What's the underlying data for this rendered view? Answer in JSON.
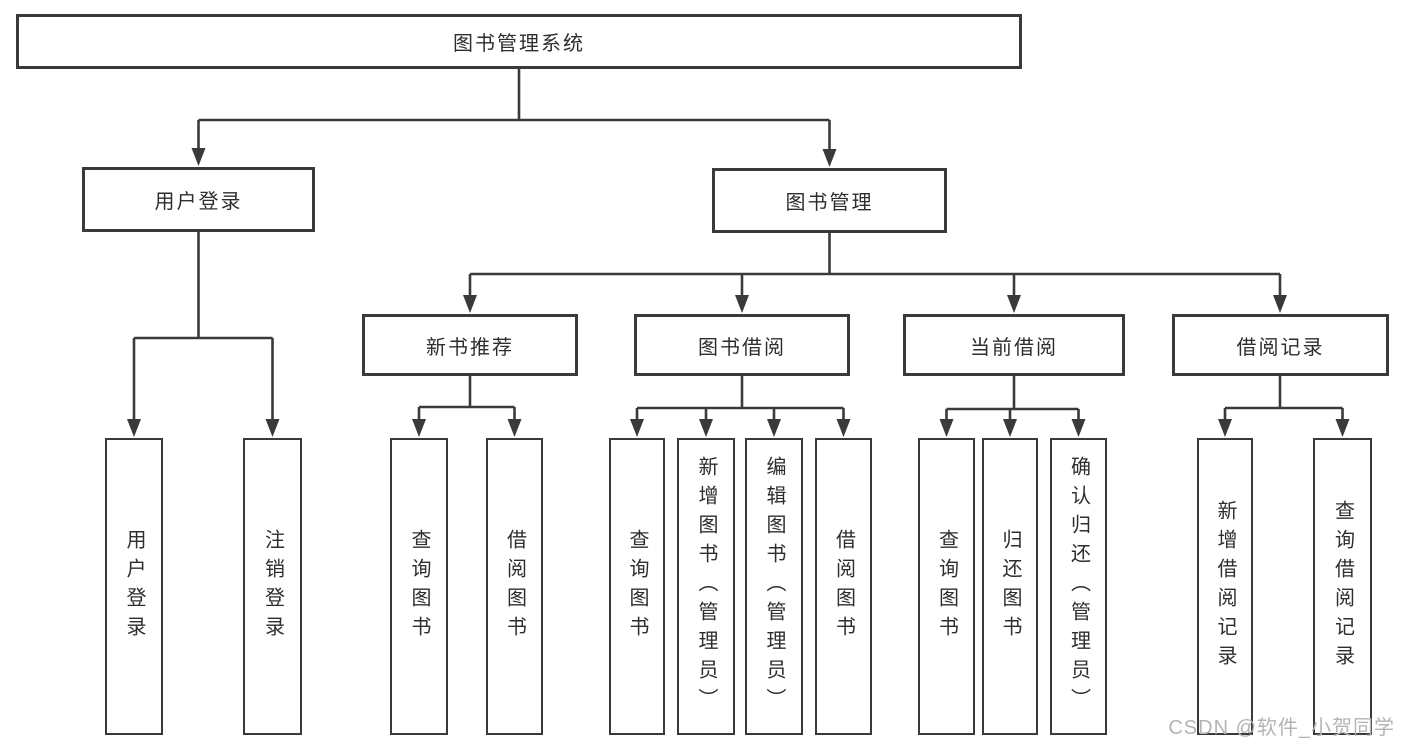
{
  "diagram": {
    "root": "图书管理系统",
    "branches": {
      "user_login": {
        "label": "用户登录",
        "children": [
          "用户登录",
          "注销登录"
        ]
      },
      "book_mgmt": {
        "label": "图书管理",
        "children": {
          "new_books": {
            "label": "新书推荐",
            "children": [
              "查询图书",
              "借阅图书"
            ]
          },
          "book_borrow": {
            "label": "图书借阅",
            "children": [
              "查询图书",
              "新增图书（管理员）",
              "编辑图书（管理员）",
              "借阅图书"
            ]
          },
          "current_borrow": {
            "label": "当前借阅",
            "children": [
              "查询图书",
              "归还图书",
              "确认归还（管理员）"
            ]
          },
          "borrow_records": {
            "label": "借阅记录",
            "children": [
              "新增借阅记录",
              "查询借阅记录"
            ]
          }
        }
      }
    }
  },
  "watermark": {
    "text": "CSDN @软件_小贺同学"
  },
  "colors": {
    "line": "#3a3a3a",
    "border": "#3a3a3a",
    "text": "#2e2e2e",
    "background": "#ffffff",
    "watermark": "#b4b4b4"
  }
}
